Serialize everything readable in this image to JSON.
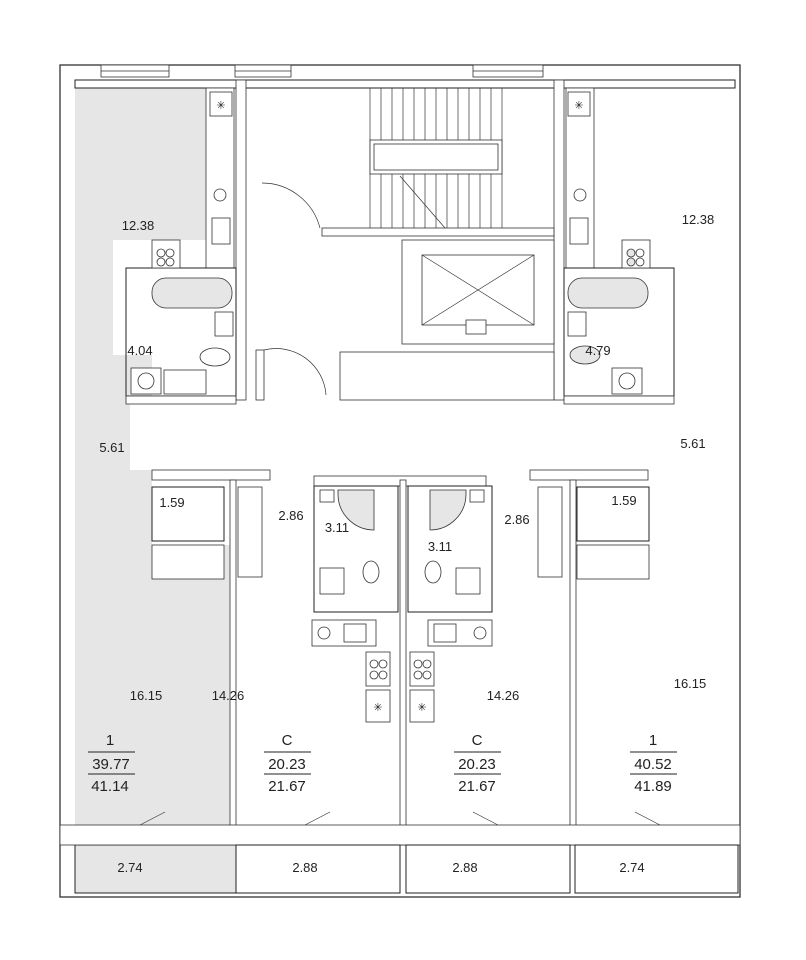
{
  "colors": {
    "highlight_fill": "#e6e6e6",
    "wall": "#222222",
    "background": "#ffffff"
  },
  "rooms": {
    "left_kitchen": "12.38",
    "right_kitchen": "12.38",
    "left_bath": "4.04",
    "right_bath": "4.79",
    "left_hall": "5.61",
    "right_hall": "5.61",
    "left_closet": "1.59",
    "right_closet": "1.59",
    "studio_left_hall": "2.86",
    "studio_right_hall": "2.86",
    "studio_left_bath": "3.11",
    "studio_right_bath": "3.11",
    "left_living": "16.15",
    "right_living": "16.15",
    "studio_left_room": "14.26",
    "studio_right_room": "14.26"
  },
  "units": [
    {
      "type": "1",
      "living_area": "39.77",
      "total_area": "41.14",
      "balcony": "2.74",
      "selected": true
    },
    {
      "type": "С",
      "living_area": "20.23",
      "total_area": "21.67",
      "balcony": "2.88",
      "selected": false
    },
    {
      "type": "С",
      "living_area": "20.23",
      "total_area": "21.67",
      "balcony": "2.88",
      "selected": false
    },
    {
      "type": "1",
      "living_area": "40.52",
      "total_area": "41.89",
      "balcony": "2.74",
      "selected": false
    }
  ],
  "fixture_symbol": "✳"
}
